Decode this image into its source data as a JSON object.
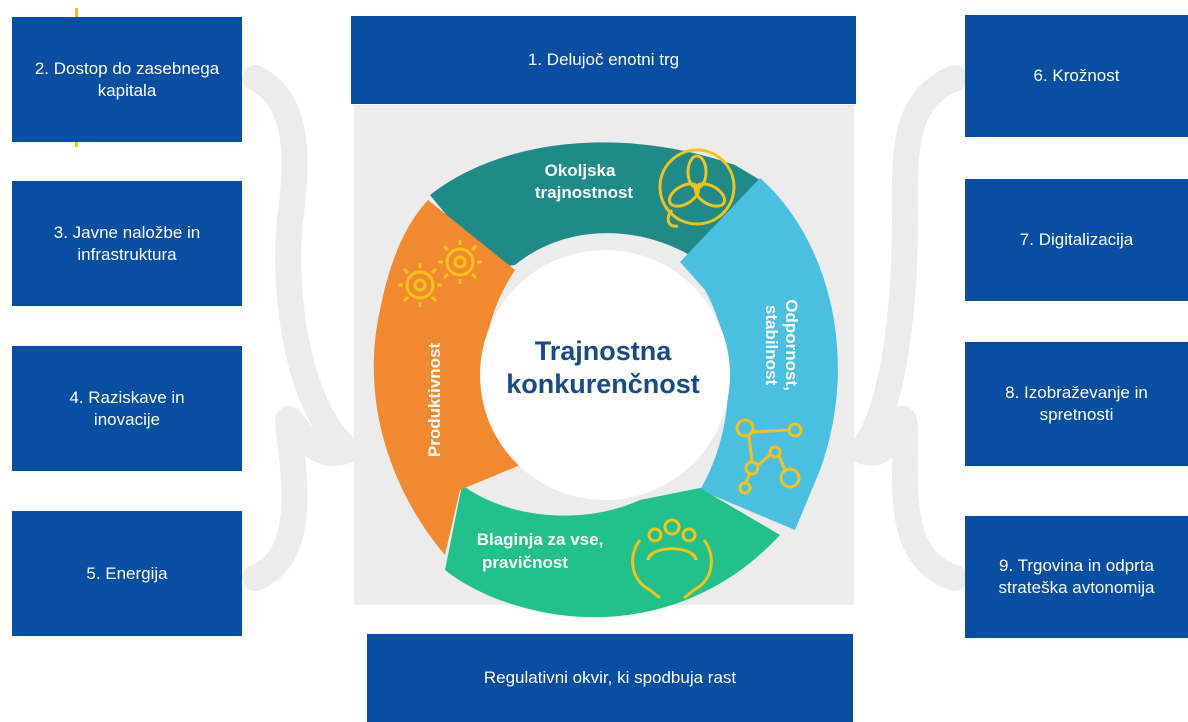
{
  "center": {
    "line1": "Trajnostna",
    "line2": "konkurenčnost"
  },
  "top_box": "1. Delujoč enotni trg",
  "bottom_box": "Regulativni okvir, ki spodbuja rast",
  "left_boxes": [
    "2. Dostop do zasebnega\nkapitala",
    "3. Javne naložbe in\ninfrastruktura",
    "4. Raziskave in\ninovacije",
    "5. Energija"
  ],
  "right_boxes": [
    "6. Krožnost",
    "7. Digitalizacija",
    "8. Izobraževanje in\nspretnosti",
    "9. Trgovina in odprta\nstrateška avtonomija"
  ],
  "segments": {
    "environment": {
      "line1": "Okoljska",
      "line2": "trajnostnost",
      "color": "#1f8a88"
    },
    "resilience": {
      "line1": "Odpornost,",
      "line2": "stabilnost",
      "color": "#4bbfe0"
    },
    "prosperity": {
      "line1": "Blaginja za vse,",
      "line2": "pravičnost",
      "color": "#22c08a"
    },
    "productivity": {
      "line1": "Produktivnost",
      "color": "#f0892f"
    }
  },
  "colors": {
    "box": "#0a4ea3",
    "center_text": "#1a4a8a",
    "icon": "#f2c31a",
    "bracket": "#ececec",
    "panel": "#ececec"
  },
  "icons": [
    "leaf-triskelion-icon",
    "gears-icon",
    "network-nodes-icon",
    "people-in-hands-icon"
  ]
}
